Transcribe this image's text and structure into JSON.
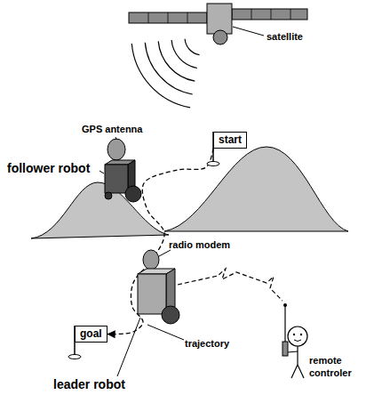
{
  "diagram": {
    "nodes": [
      {
        "text": [
          "start"
        ]
      },
      {
        "text": [
          "goal"
        ]
      }
    ],
    "edges": [
      {
        "from": 0,
        "to": 1,
        "arrow": "to"
      }
    ],
    "labels": [
      "satellite",
      "GPS antenna",
      "follower robot",
      "radio modem",
      "trajectory",
      "remote controler",
      "leader robot"
    ]
  }
}
